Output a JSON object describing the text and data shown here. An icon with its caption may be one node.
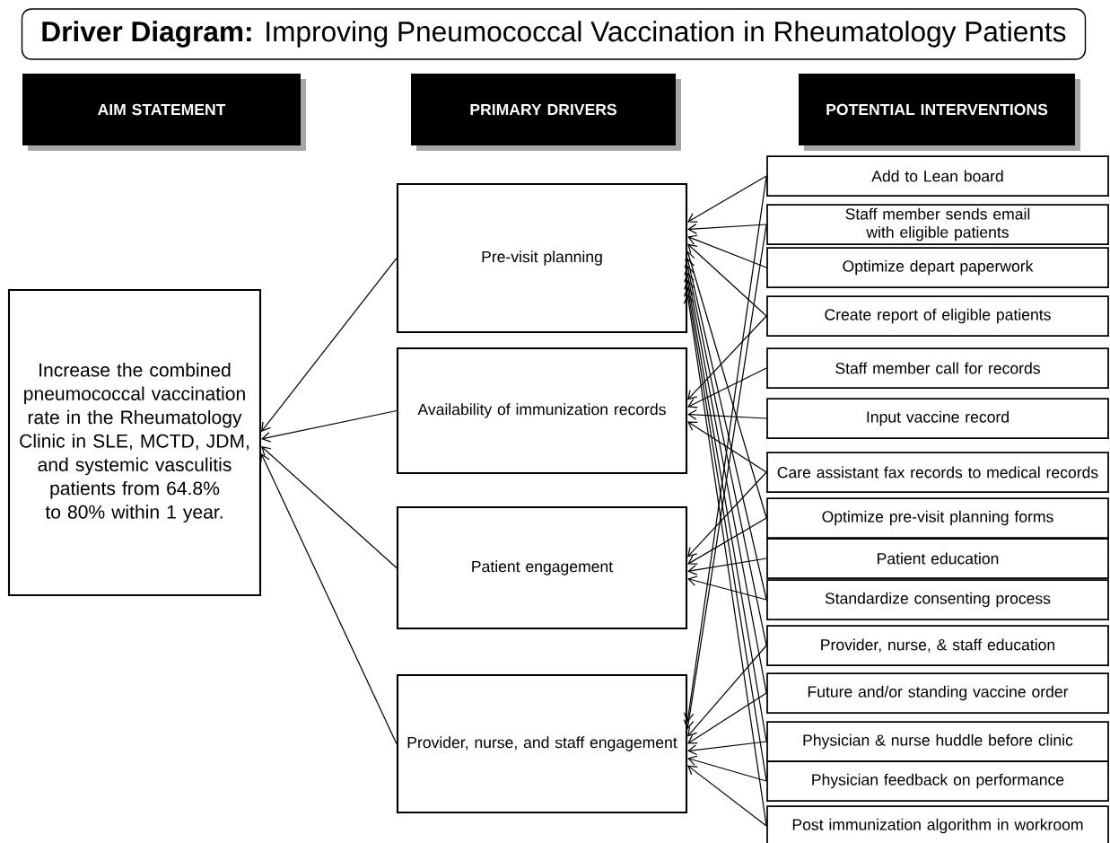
{
  "diagram": {
    "title": "**Driver Diagram:** Improving Pneumococcal Vaccination in Rheumatology Patients",
    "nodes": [
      {
        "text": [
          "AIM STATEMENT"
        ]
      },
      {
        "text": [
          "PRIMARY DRIVERS"
        ]
      },
      {
        "text": [
          "POTENTIAL INTERVENTIONS"
        ]
      },
      {
        "text": [
          "Increase the combined pneumococcal vaccination rate in the Rheumatology Clinic in SLE, MCTD, JDM, and systemic vasculitis patients from 64.8% to 80% within 1 year."
        ]
      },
      {
        "text": [
          "Pre-visit planning"
        ]
      },
      {
        "text": [
          "Availability of immunization records"
        ]
      },
      {
        "text": [
          "Patient engagement"
        ]
      },
      {
        "text": [
          "Provider, nurse, and staff engagement"
        ]
      },
      {
        "text": [
          "Add to Lean board"
        ]
      },
      {
        "text": [
          "Staff member sends email with eligible patients"
        ]
      },
      {
        "text": [
          "Optimize depart paperwork"
        ]
      },
      {
        "text": [
          "Create report of eligible patients"
        ]
      },
      {
        "text": [
          "Staff member call for records"
        ]
      },
      {
        "text": [
          "Input vaccine record"
        ]
      },
      {
        "text": [
          "Care assistant fax records to medical records"
        ]
      },
      {
        "text": [
          "Optimize pre-visit planning forms"
        ]
      },
      {
        "text": [
          "Patient education"
        ]
      },
      {
        "text": [
          "Standardize consenting process"
        ]
      },
      {
        "text": [
          "Provider, nurse, & staff education"
        ]
      },
      {
        "text": [
          "Future and/or standing vaccine order"
        ]
      },
      {
        "text": [
          "Physician & nurse huddle before clinic"
        ]
      },
      {
        "text": [
          "Physician feedback on performance"
        ]
      },
      {
        "text": [
          "Post immunization algorithm in workroom"
        ]
      }
    ],
    "edges": [
      {
        "from": 4,
        "to": 3,
        "arrow": "to"
      },
      {
        "from": 5,
        "to": 3,
        "arrow": "to"
      },
      {
        "from": 6,
        "to": 3,
        "arrow": "to"
      },
      {
        "from": 7,
        "to": 3,
        "arrow": "to"
      },
      {
        "from": 8,
        "to": 4,
        "arrow": "to"
      },
      {
        "from": 9,
        "to": 4,
        "arrow": "to"
      },
      {
        "from": 10,
        "to": 4,
        "arrow": "to"
      },
      {
        "from": 11,
        "to": 4,
        "arrow": "to"
      },
      {
        "from": 11,
        "to": 5,
        "arrow": "to"
      },
      {
        "from": 12,
        "to": 5,
        "arrow": "to"
      },
      {
        "from": 13,
        "to": 5,
        "arrow": "to"
      },
      {
        "from": 14,
        "to": 5,
        "arrow": "to"
      },
      {
        "from": 14,
        "to": 6,
        "arrow": "to"
      },
      {
        "from": 15,
        "to": 4,
        "arrow": "to"
      },
      {
        "from": 15,
        "to": 6,
        "arrow": "to"
      },
      {
        "from": 16,
        "to": 6,
        "arrow": "to"
      },
      {
        "from": 17,
        "to": 4,
        "arrow": "to"
      },
      {
        "from": 17,
        "to": 6,
        "arrow": "to"
      },
      {
        "from": 8,
        "to": 7,
        "arrow": "to"
      },
      {
        "from": 9,
        "to": 7,
        "arrow": "to"
      },
      {
        "from": 18,
        "to": 4,
        "arrow": "to"
      },
      {
        "from": 18,
        "to": 7,
        "arrow": "to"
      },
      {
        "from": 19,
        "to": 4,
        "arrow": "to"
      },
      {
        "from": 19,
        "to": 7,
        "arrow": "to"
      },
      {
        "from": 20,
        "to": 4,
        "arrow": "to"
      },
      {
        "from": 20,
        "to": 7,
        "arrow": "to"
      },
      {
        "from": 21,
        "to": 4,
        "arrow": "to"
      },
      {
        "from": 21,
        "to": 7,
        "arrow": "to"
      },
      {
        "from": 22,
        "to": 4,
        "arrow": "to"
      },
      {
        "from": 22,
        "to": 7,
        "arrow": "to"
      }
    ]
  }
}
